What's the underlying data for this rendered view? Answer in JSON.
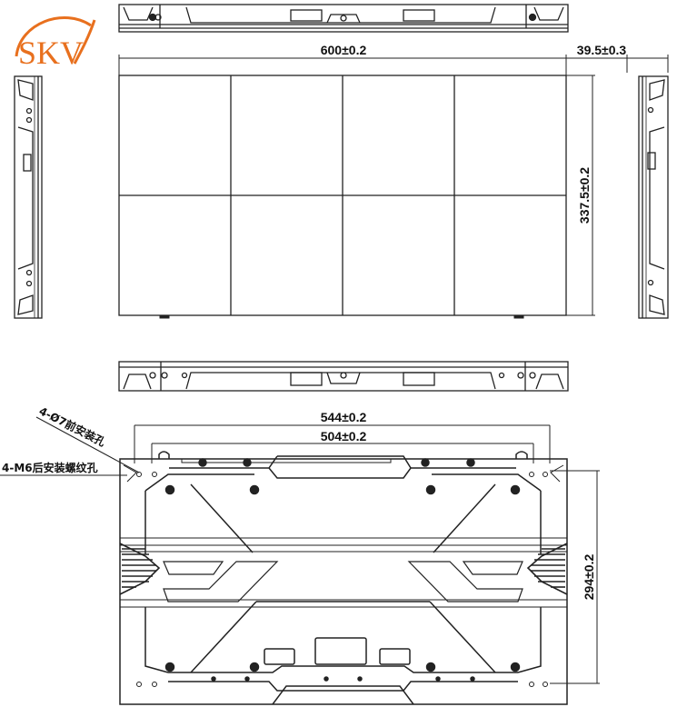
{
  "logo": {
    "text": "SKV",
    "color": "#E8701E"
  },
  "drawing": {
    "title": "LED cabinet dimension drawing",
    "front_view": {
      "grid_columns": 4,
      "grid_rows": 2,
      "width_label": "600±0.2",
      "height_label": "337.5±0.2"
    },
    "side_view": {
      "depth_label": "39.5±0.3"
    },
    "back_view": {
      "outer_hole_span_label": "544±0.2",
      "inner_hole_span_label": "504±0.2",
      "vertical_hole_span_label": "294±0.2",
      "callout_front_holes": "4-Ø7前安装孔",
      "callout_rear_threaded_holes": "4-M6后安装螺纹孔"
    }
  },
  "colors": {
    "line": "#222222",
    "accent": "#E8701E",
    "background": "#FFFFFF"
  }
}
